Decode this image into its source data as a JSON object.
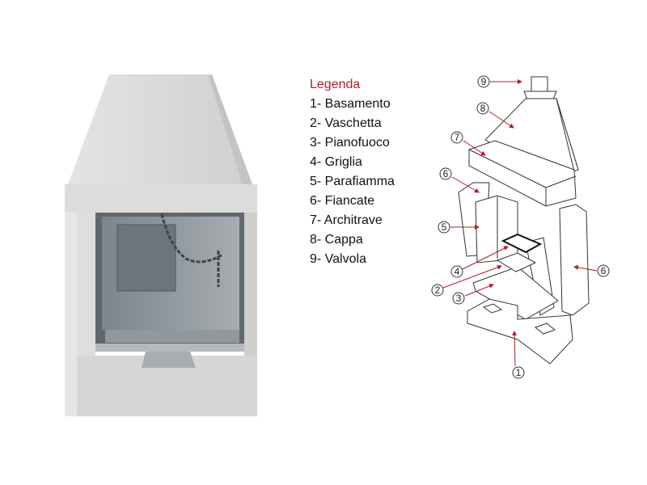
{
  "legend": {
    "title": "Legenda",
    "items": [
      "1- Basamento",
      "2- Vaschetta",
      "3- Pianofuoco",
      "4- Griglia",
      "5- Parafiamma",
      "6- Fiancate",
      "7- Architrave",
      "8- Cappa",
      "9- Valvola"
    ]
  },
  "callouts": [
    "9",
    "8",
    "7",
    "6",
    "5",
    "4",
    "2",
    "3",
    "1",
    "6"
  ],
  "colors": {
    "accent": "#b01c2a",
    "stone": "#d8d8d6",
    "metal": "#8e969c"
  }
}
